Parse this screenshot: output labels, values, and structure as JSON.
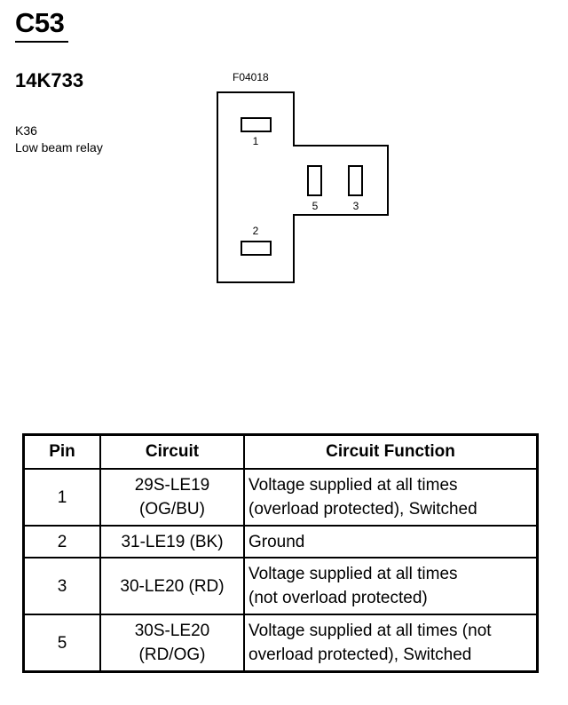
{
  "header": {
    "connector_id": "C53",
    "part_number": "14K733",
    "component_code": "K36",
    "component_name": "Low beam relay"
  },
  "figure": {
    "id": "F04018",
    "pin_labels": [
      "1",
      "5",
      "3",
      "2"
    ]
  },
  "table": {
    "headers": [
      "Pin",
      "Circuit",
      "Circuit Function"
    ],
    "rows": [
      {
        "pin": "1",
        "circuit": "29S-LE19\n(OG/BU)",
        "function": "Voltage supplied at all times\n(overload protected), Switched"
      },
      {
        "pin": "2",
        "circuit": "31-LE19 (BK)",
        "function": "Ground"
      },
      {
        "pin": "3",
        "circuit": "30-LE20 (RD)",
        "function": "Voltage supplied at all times\n(not overload protected)"
      },
      {
        "pin": "5",
        "circuit": "30S-LE20\n(RD/OG)",
        "function": "Voltage supplied at all times (not\noverload protected), Switched"
      }
    ]
  }
}
